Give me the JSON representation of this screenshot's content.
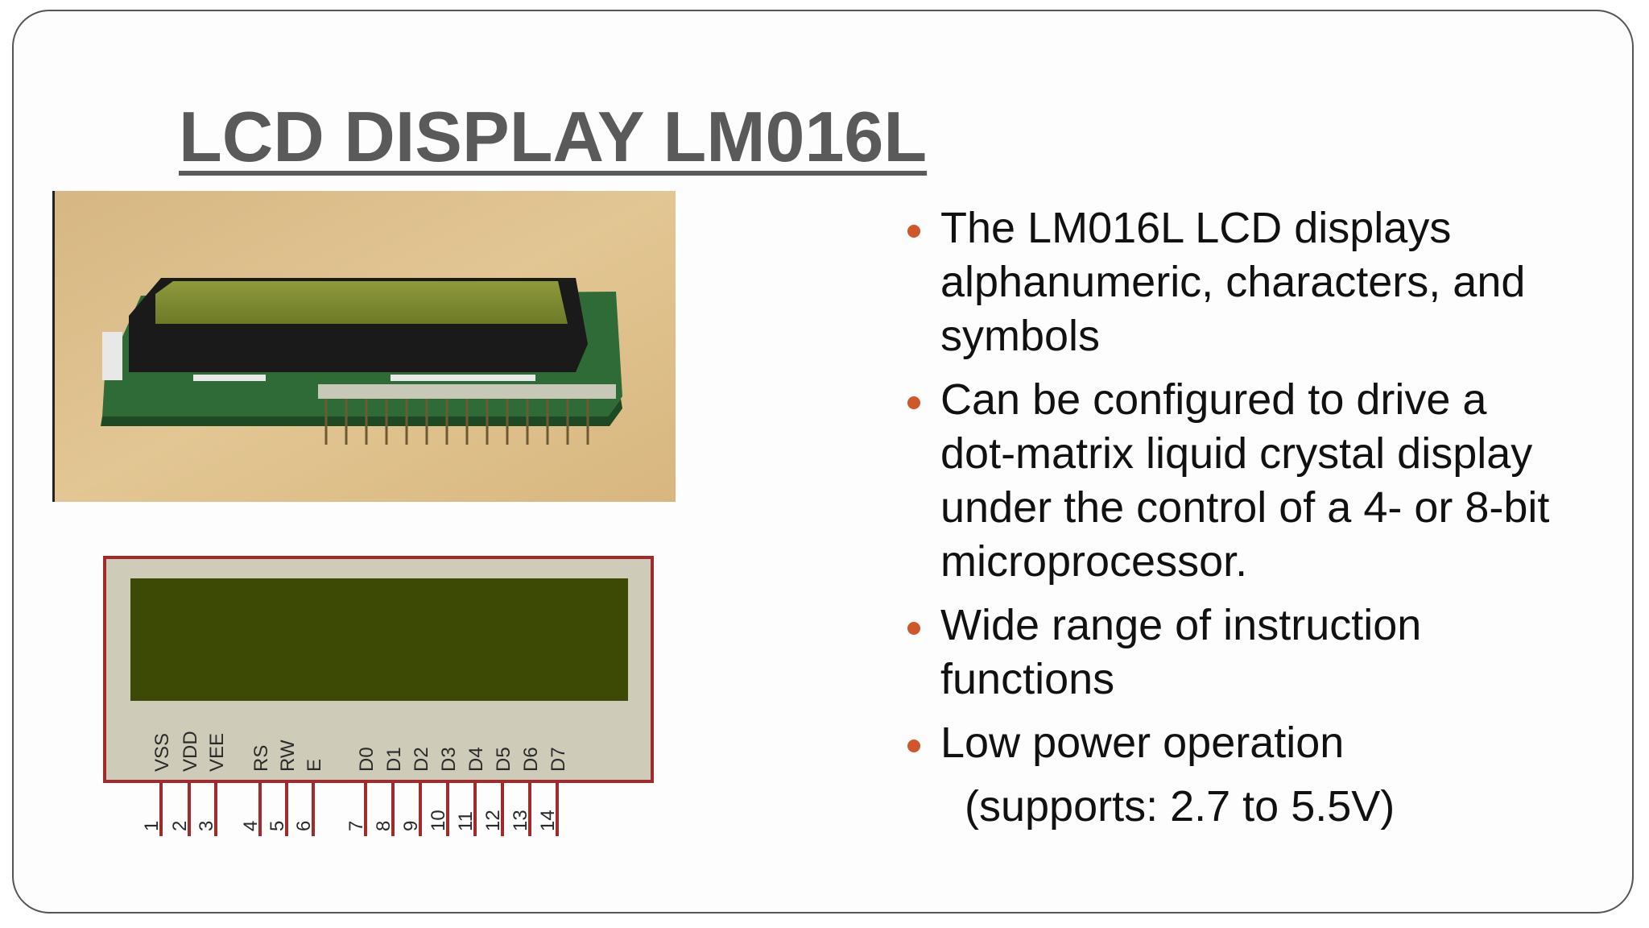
{
  "slide": {
    "title": "LCD DISPLAY LM016L",
    "bullets": [
      "The LM016L LCD displays alphanumeric, characters, and symbols",
      "Can be configured to drive a dot-matrix liquid crystal display under the control of a 4- or 8-bit microprocessor.",
      "Wide range of instruction functions",
      "Low power operation"
    ],
    "note": "(supports: 2.7 to 5.5V)",
    "accent_color": "#d0562b",
    "title_color": "#5a5a5a"
  },
  "schematic": {
    "pins": [
      {
        "label": "VSS",
        "number": "1"
      },
      {
        "label": "VDD",
        "number": "2"
      },
      {
        "label": "VEE",
        "number": "3"
      },
      {
        "label": "RS",
        "number": "4"
      },
      {
        "label": "RW",
        "number": "5"
      },
      {
        "label": "E",
        "number": "6"
      },
      {
        "label": "D0",
        "number": "7"
      },
      {
        "label": "D1",
        "number": "8"
      },
      {
        "label": "D2",
        "number": "9"
      },
      {
        "label": "D3",
        "number": "10"
      },
      {
        "label": "D4",
        "number": "11"
      },
      {
        "label": "D5",
        "number": "12"
      },
      {
        "label": "D6",
        "number": "13"
      },
      {
        "label": "D7",
        "number": "14"
      }
    ]
  }
}
